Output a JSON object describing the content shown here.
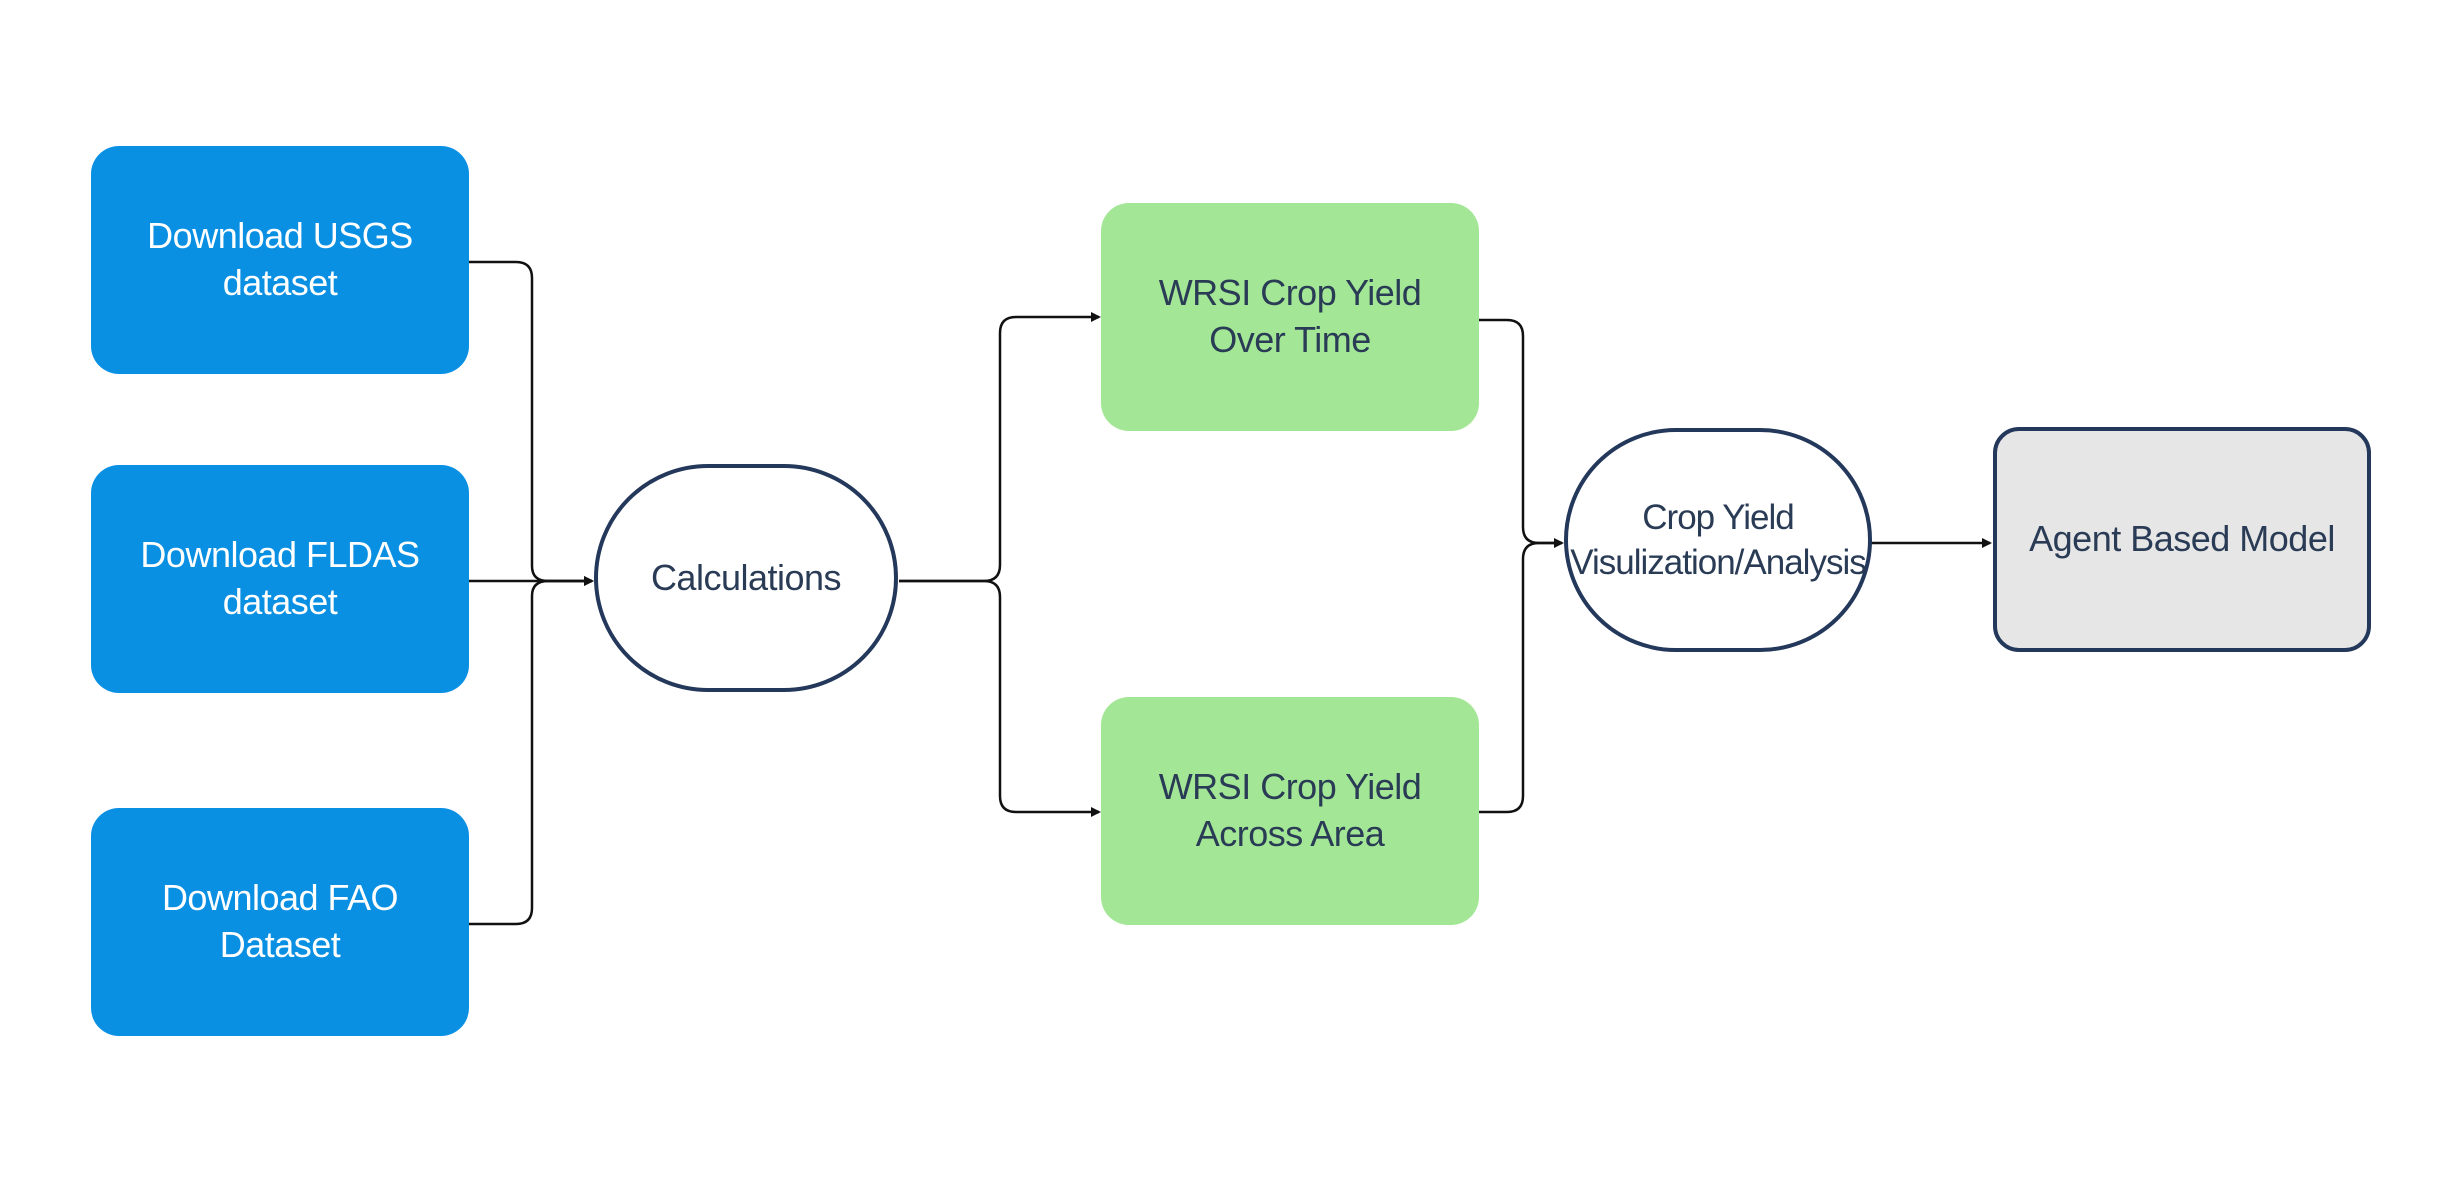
{
  "sources": [
    {
      "label": "Download USGS dataset"
    },
    {
      "label": "Download FLDAS dataset"
    },
    {
      "label": "Download FAO Dataset"
    }
  ],
  "calculations": {
    "label": "Calculations"
  },
  "outputs": [
    {
      "label": "WRSI Crop Yield Over Time"
    },
    {
      "label": "WRSI Crop Yield Across Area"
    }
  ],
  "visualization": {
    "label": "Crop Yield Visulization/Analysis"
  },
  "model": {
    "label": "Agent Based Model"
  },
  "colors": {
    "source_fill": "#0a90e3",
    "output_fill": "#a3e796",
    "model_fill": "#e6e6e6",
    "outline": "#23385a",
    "connector": "#111111"
  }
}
